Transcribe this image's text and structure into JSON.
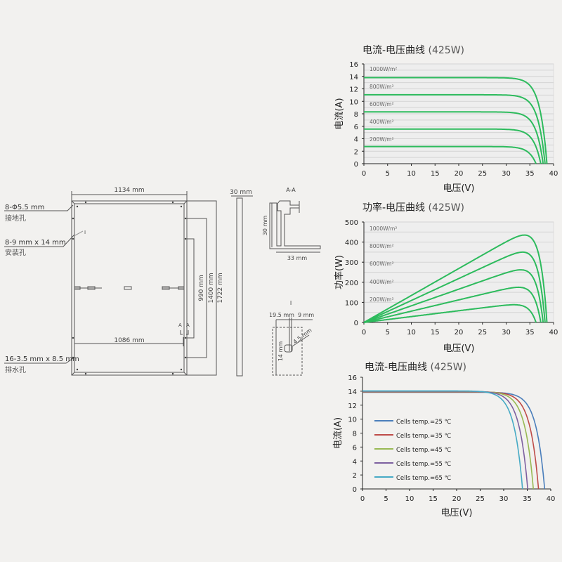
{
  "drawing": {
    "width_label": "1134 mm",
    "inner_width_label": "1086 mm",
    "height_990": "990 mm",
    "height_1400": "1400 mm",
    "height_1722": "1722 mm",
    "thickness_label": "30 mm",
    "ground_hole": {
      "spec": "8-Φ5.5 mm",
      "name": "接地孔"
    },
    "mount_hole": {
      "spec": "8-9 mm x 14 mm",
      "name": "安装孔"
    },
    "drain_hole": {
      "spec": "16-3.5 mm x 8.5 mm",
      "name": "排水孔"
    },
    "section_marker": "A",
    "detail_marker": "I",
    "section_title": "A-A",
    "section_height": "30 mm",
    "section_width": "33 mm",
    "detail_title": "I",
    "detail_w1": "19.5 mm",
    "detail_w2": "9 mm",
    "detail_h": "14 mm",
    "detail_r": "4.5 mm"
  },
  "chart_data": [
    {
      "type": "line",
      "title": "电流-电压曲线",
      "title_suffix": "(425W)",
      "xlabel": "电压(V)",
      "ylabel": "电流(A)",
      "xlim": [
        0,
        40
      ],
      "ylim": [
        0,
        16
      ],
      "xticks": [
        0,
        5,
        10,
        15,
        20,
        25,
        30,
        35,
        40
      ],
      "yticks": [
        0,
        2,
        4,
        6,
        8,
        10,
        12,
        14,
        16
      ],
      "grid": true,
      "series": [
        {
          "name": "1000W/m²",
          "isc": 13.8,
          "voc": 38.6,
          "color": "#2dbb5d"
        },
        {
          "name": "800W/m²",
          "isc": 11.05,
          "voc": 38.2,
          "color": "#2dbb5d"
        },
        {
          "name": "600W/m²",
          "isc": 8.3,
          "voc": 37.8,
          "color": "#2dbb5d"
        },
        {
          "name": "400W/m²",
          "isc": 5.55,
          "voc": 37.3,
          "color": "#2dbb5d"
        },
        {
          "name": "200W/m²",
          "isc": 2.75,
          "voc": 36.3,
          "color": "#2dbb5d"
        }
      ]
    },
    {
      "type": "line",
      "title": "功率-电压曲线",
      "title_suffix": "(425W)",
      "xlabel": "电压(V)",
      "ylabel": "功率(W)",
      "xlim": [
        0,
        40
      ],
      "ylim": [
        0,
        500
      ],
      "xticks": [
        0,
        5,
        10,
        15,
        20,
        25,
        30,
        35,
        40
      ],
      "yticks": [
        0,
        100,
        200,
        300,
        400,
        500
      ],
      "grid": true,
      "series": [
        {
          "name": "1000W/m²",
          "isc": 13.8,
          "voc": 38.6,
          "pmax": 435,
          "color": "#2dbb5d"
        },
        {
          "name": "800W/m²",
          "isc": 11.05,
          "voc": 38.2,
          "pmax": 350,
          "color": "#2dbb5d"
        },
        {
          "name": "600W/m²",
          "isc": 8.3,
          "voc": 37.8,
          "pmax": 262,
          "color": "#2dbb5d"
        },
        {
          "name": "400W/m²",
          "isc": 5.55,
          "voc": 37.3,
          "pmax": 175,
          "color": "#2dbb5d"
        },
        {
          "name": "200W/m²",
          "isc": 2.75,
          "voc": 36.3,
          "pmax": 88,
          "color": "#2dbb5d"
        }
      ]
    },
    {
      "type": "line",
      "title": "电流-电压曲线",
      "title_suffix": "(425W)",
      "xlabel": "电压(V)",
      "ylabel": "电流(A)",
      "xlim": [
        0,
        40
      ],
      "ylim": [
        0,
        16
      ],
      "xticks": [
        0,
        5,
        10,
        15,
        20,
        25,
        30,
        35,
        40
      ],
      "yticks": [
        0,
        2,
        4,
        6,
        8,
        10,
        12,
        14,
        16
      ],
      "grid": false,
      "legend": "center-left",
      "series": [
        {
          "name": "Cells temp.=25 ℃",
          "isc": 13.85,
          "voc": 38.7,
          "color": "#4a7ebb"
        },
        {
          "name": "Cells temp.=35 ℃",
          "isc": 13.9,
          "voc": 37.4,
          "color": "#be4b48"
        },
        {
          "name": "Cells temp.=45 ℃",
          "isc": 13.95,
          "voc": 36.3,
          "color": "#98b954"
        },
        {
          "name": "Cells temp.=55 ℃",
          "isc": 14.0,
          "voc": 35.1,
          "color": "#7d60a0"
        },
        {
          "name": "Cells temp.=65 ℃",
          "isc": 14.05,
          "voc": 34.0,
          "color": "#46aac5"
        }
      ]
    }
  ]
}
